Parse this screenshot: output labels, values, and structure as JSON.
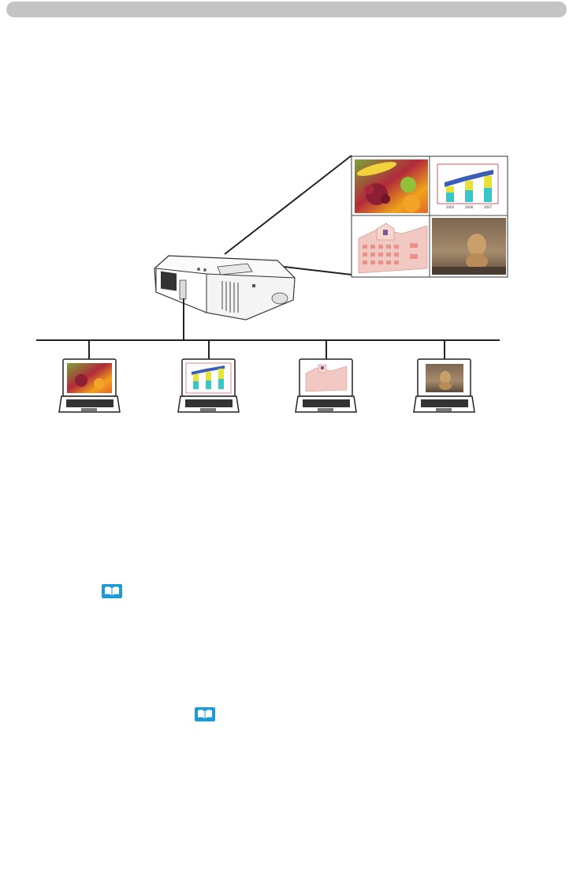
{
  "header": {
    "bar_color": "#c4c4c4"
  },
  "diagram": {
    "projector": {
      "icon": "projector-icon"
    },
    "multi_screen": {
      "panels": [
        "fruits-photo",
        "bar-chart",
        "building-illustration",
        "lion-photo"
      ]
    },
    "network": {
      "icon": "lan-cable"
    },
    "laptops": [
      {
        "screen": "fruits-photo"
      },
      {
        "screen": "bar-chart"
      },
      {
        "screen": "building-illustration"
      },
      {
        "screen": "lion-photo"
      }
    ],
    "mini_chart": {
      "year_labels": [
        "2005",
        "2006",
        "2007"
      ]
    }
  },
  "references": [
    {
      "icon": "book-icon",
      "color": "#1e9ad6"
    },
    {
      "icon": "book-icon",
      "color": "#1e9ad6"
    }
  ]
}
